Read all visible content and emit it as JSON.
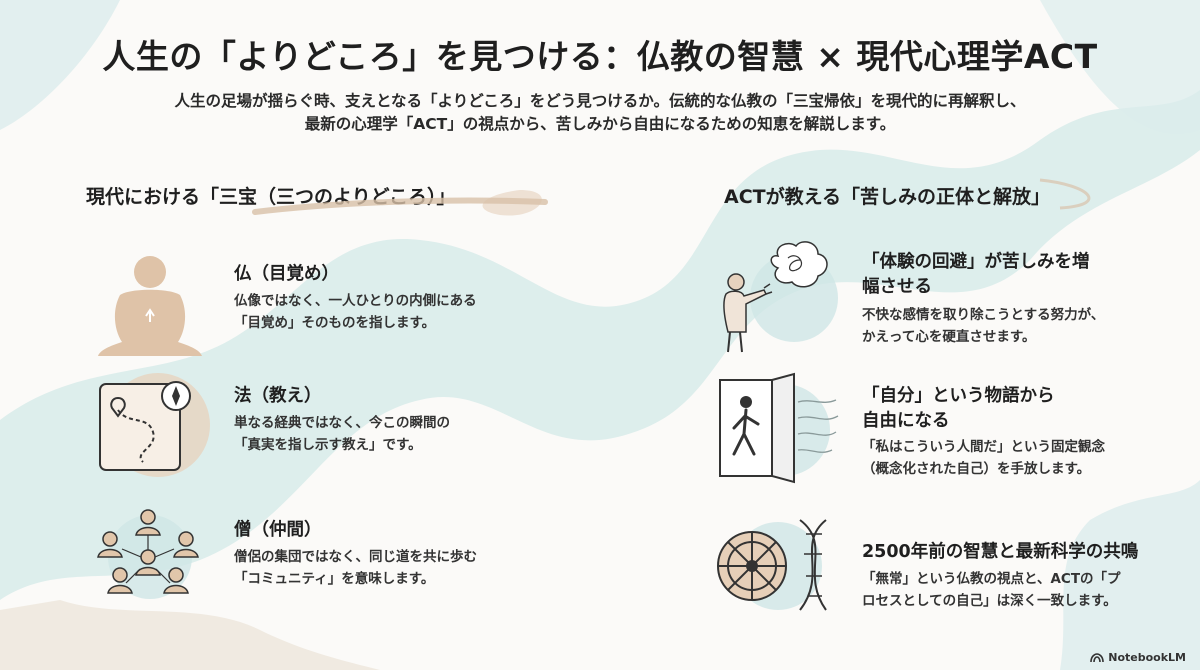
{
  "title": "人生の「よりどころ」を見つける：仏教の智慧 × 現代心理学ACT",
  "subtitle": {
    "line1": "人生の足場が揺らぐ時、支えとなる「よりどころ」をどう見つけるか。伝統的な仏教の「三宝帰依」を現代的に再解釈し、",
    "line2": "最新の心理学「ACT」の視点から、苦しみから自由になるための知恵を解説します。"
  },
  "left": {
    "heading": "現代における「三宝（三つのよりどころ）」",
    "items": [
      {
        "title": "仏（目覚め）",
        "desc1": "仏像ではなく、一人ひとりの内側にある",
        "desc2": "「目覚め」そのものを指します。",
        "icon": "meditating-figure-icon"
      },
      {
        "title": "法（教え）",
        "desc1": "単なる経典ではなく、今この瞬間の",
        "desc2": "「真実を指し示す教え」です。",
        "icon": "map-compass-icon"
      },
      {
        "title": "僧（仲間）",
        "desc1": "僧侶の集団ではなく、同じ道を共に歩む",
        "desc2": "「コミュニティ」を意味します。",
        "icon": "community-network-icon"
      }
    ]
  },
  "right": {
    "heading": "ACTが教える「苦しみの正体と解放」",
    "items": [
      {
        "title1": "「体験の回避」が苦しみを増",
        "title2": "幅させる",
        "desc1": "不快な感情を取り除こうとする努力が、",
        "desc2": "かえって心を硬直させます。",
        "icon": "person-pushing-cloud-icon"
      },
      {
        "title1": "「自分」という物語から",
        "title2": "自由になる",
        "desc1": "「私はこういう人間だ」という固定観念",
        "desc2": "（概念化された自己）を手放します。",
        "icon": "walking-through-door-icon"
      },
      {
        "title1": "2500年前の智慧と最新科学の共鳴",
        "title2": "",
        "desc1": "「無常」という仏教の視点と、ACTの「プ",
        "desc2": "ロセスとしての自己」は深く一致します。",
        "icon": "dharma-wheel-dna-icon"
      }
    ]
  },
  "brand": "NotebookLM",
  "colors": {
    "teal": "#cfe6e6",
    "tan": "#e3cdb6",
    "text": "#1f1f1f"
  }
}
